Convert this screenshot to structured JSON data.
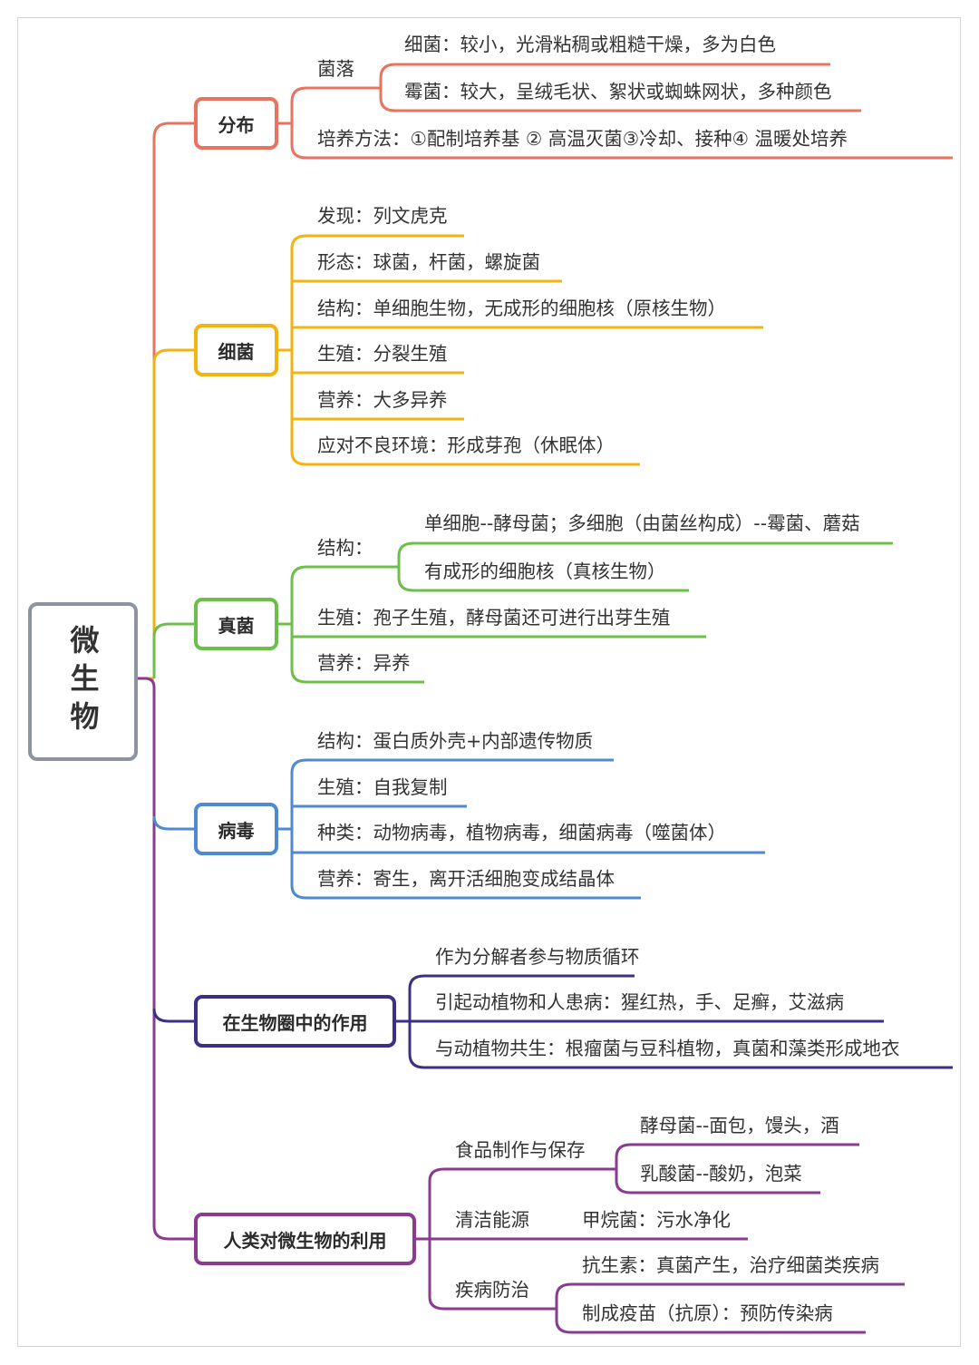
{
  "root": {
    "label": "微生物"
  },
  "colors": {
    "root_border": "#8d949c",
    "fenbu": "#e8735f",
    "xijun": "#f4b40f",
    "zhenjun": "#6cc04a",
    "bingdu": "#4f89d0",
    "zuoyong": "#3b2f86",
    "liyong": "#8a3b8f"
  },
  "branches": {
    "fenbu": {
      "label": "分布",
      "colony": {
        "label": "菌落",
        "items": [
          "细菌：较小，光滑粘稠或粗糙干燥，多为白色",
          "霉菌：较大，呈绒毛状、絮状或蜘蛛网状，多种颜色"
        ]
      },
      "method": "培养方法：①配制培养基 ② 高温灭菌③冷却、接种④ 温暖处培养"
    },
    "xijun": {
      "label": "细菌",
      "items": [
        "发现：列文虎克",
        "形态：球菌，杆菌，螺旋菌",
        "结构：单细胞生物，无成形的细胞核（原核生物）",
        "生殖：分裂生殖",
        "营养：大多异养",
        "应对不良环境：形成芽孢（休眠体）"
      ]
    },
    "zhenjun": {
      "label": "真菌",
      "structure": {
        "label": "结构：",
        "items": [
          "单细胞--酵母菌；多细胞（由菌丝构成）--霉菌、蘑菇",
          "有成形的细胞核（真核生物）"
        ]
      },
      "items": [
        "生殖：孢子生殖，酵母菌还可进行出芽生殖",
        "营养：异养"
      ]
    },
    "bingdu": {
      "label": "病毒",
      "items": [
        "结构：蛋白质外壳+内部遗传物质",
        "生殖：自我复制",
        "种类：动物病毒，植物病毒，细菌病毒（噬菌体）",
        "营养：寄生，离开活细胞变成结晶体"
      ]
    },
    "zuoyong": {
      "label": "在生物圈中的作用",
      "items": [
        "作为分解者参与物质循环",
        "引起动植物和人患病：猩红热，手、足癣，艾滋病",
        "与动植物共生：根瘤菌与豆科植物，真菌和藻类形成地衣"
      ]
    },
    "liyong": {
      "label": "人类对微生物的利用",
      "food": {
        "label": "食品制作与保存",
        "items": [
          "酵母菌--面包，馒头，酒",
          "乳酸菌--酸奶，泡菜"
        ]
      },
      "energy": {
        "label": "清洁能源",
        "items": [
          "甲烷菌：污水净化"
        ]
      },
      "disease": {
        "label": "疾病防治",
        "items": [
          "抗生素：真菌产生，治疗细菌类疾病",
          "制成疫苗（抗原）：预防传染病"
        ]
      }
    }
  }
}
